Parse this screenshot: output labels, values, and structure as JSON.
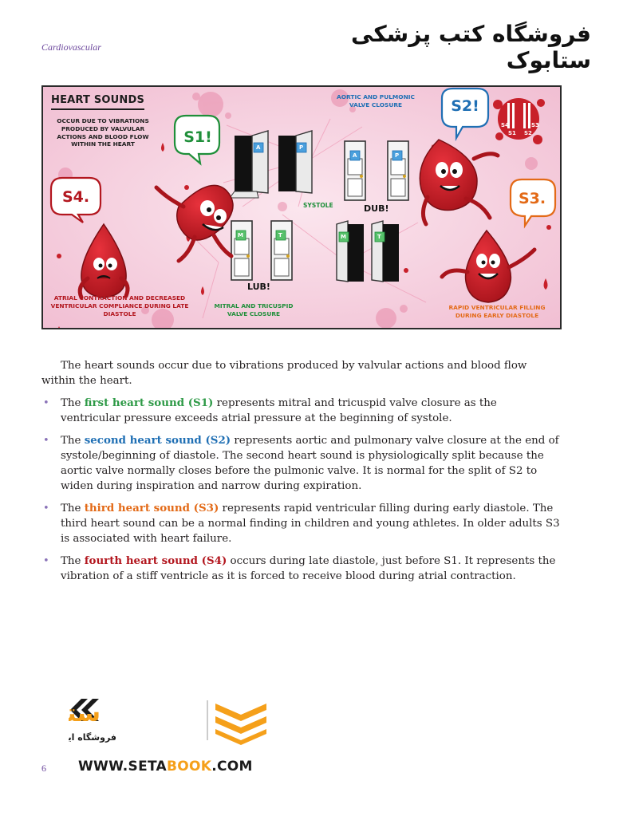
{
  "header": {
    "category": "Cardiovascular",
    "store_name": "فروشگاه کتب پزشکی ستابوک"
  },
  "figure": {
    "title": "HEART SOUNDS",
    "definition": "OCCUR DUE TO VIBRATIONS PRODUCED BY VALVULAR ACTIONS AND BLOOD FLOW WITHIN THE HEART",
    "aortic_caption": "AORTIC AND PULMONIC VALVE CLOSURE",
    "mitral_caption": "MITRAL AND TRICUSPID VALVE CLOSURE",
    "s4_caption": "ATRIAL CONTRACTION AND DECREASED VENTRICULAR COMPLIANCE DURING LATE DIASTOLE",
    "s3_caption": "RAPID VENTRICULAR FILLING DURING EARLY DIASTOLE",
    "bubbles": {
      "s1": "S1!",
      "s2": "S2!",
      "s3": "S3.",
      "s4": "S4."
    },
    "sounds": {
      "lub": "LUB!",
      "dub": "DUB!",
      "systole": "SYSTOLE"
    },
    "door_letters": {
      "a": "A",
      "p": "P",
      "m": "M",
      "t": "T"
    },
    "split_labels": {
      "s4": "S4",
      "s3": "S3",
      "s1": "S1",
      "s2": "S2"
    },
    "colors": {
      "background": "#f4c9db",
      "blood": "#c8202a",
      "s1_green": "#1f8f3a",
      "s2_blue": "#1f6fb4",
      "s3_orange": "#e36a17",
      "s4_red": "#b3171f"
    }
  },
  "body": {
    "intro": "The heart sounds occur due to vibrations produced by valvular actions and blood flow within the heart.",
    "points": [
      {
        "pre": "The ",
        "term": "first heart sound (S1)",
        "color": "#2e9a47",
        "post": " represents mitral and tricuspid valve closure as the ventricular pressure exceeds atrial pressure at the beginning of systole."
      },
      {
        "pre": "The ",
        "term": "second heart sound (S2)",
        "color": "#1f6fb4",
        "post": " represents aortic and pulmonary valve closure at the end of systole/beginning of diastole. The second heart sound is physiologically split because the aortic valve normally closes before the pulmonic valve. It is normal for the split of S2 to widen during inspiration and narrow during expiration."
      },
      {
        "pre": "The ",
        "term": "third heart sound (S3)",
        "color": "#e36a17",
        "post": " represents rapid ventricular filling during early diastole. The third heart sound can be a normal finding in children and young athletes. In older adults S3 is associated with heart failure."
      },
      {
        "pre": "The ",
        "term": "fourth heart sound (S4)",
        "color": "#b3171f",
        "post": " occurs during late diastole, just before S1. It represents the vibration of a stiff ventricle as it is forced to receive blood during atrial contraction."
      }
    ]
  },
  "footer": {
    "page_number": "6",
    "logo_brand": "ستابوک",
    "logo_tagline": "فروشگاه اینترنتی کتاب",
    "url_pre": "WWW.SETA",
    "url_mid": "BOOK",
    "url_post": ".COM",
    "logo_colors": {
      "brand": "#f5a01a",
      "text": "#1b1b1b"
    }
  }
}
